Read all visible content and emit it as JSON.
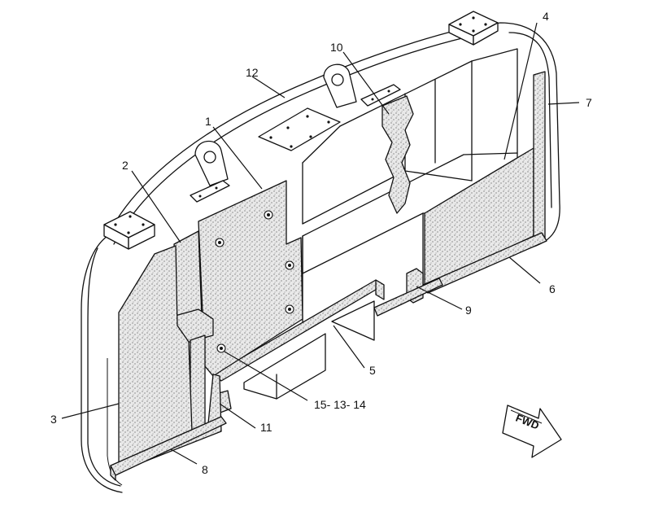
{
  "callouts": {
    "c1": "1",
    "c2": "2",
    "c3": "3",
    "c4": "4",
    "c5": "5",
    "c6": "6",
    "c7": "7",
    "c8": "8",
    "c9": "9",
    "c10": "10",
    "c11": "11",
    "c12": "12",
    "c15_13_14": "15- 13- 14"
  },
  "direction_arrow": {
    "label": "FWD"
  }
}
